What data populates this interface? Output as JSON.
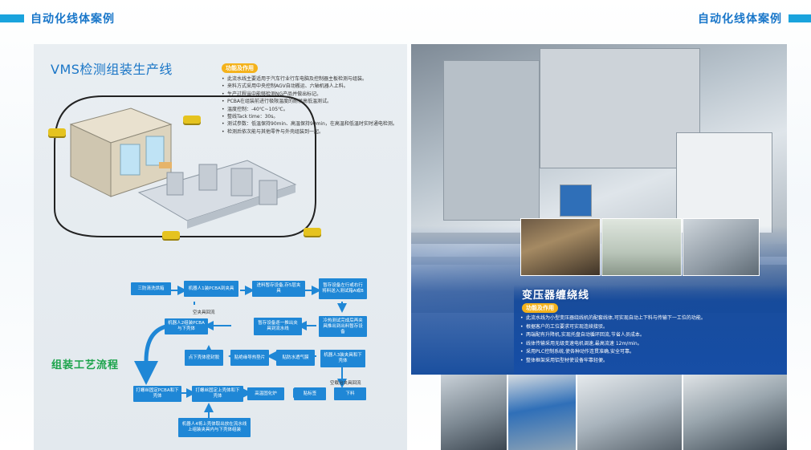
{
  "header": {
    "left_title": "自动化线体案例",
    "right_title": "自动化线体案例"
  },
  "vms": {
    "title": "VMS检测组装生产线",
    "features_label": "功能及作用",
    "features": [
      "此流水线主要适用于汽车行业行车电脑及控制器主板检测与组装。",
      "来料方式采用中央控制AGV自动搬运、六轴机器人上料。",
      "生产过程当中能够检测NG产品并做出标记。",
      "PCBA在组装前进行极限温度的耐候高低温测试。",
      "温度控制：-40℃~105℃。",
      "整线Tack time：30s。",
      "测试参数：低温保持90min、高温保持90min，在高温和低温时实时通电检测。",
      "检测后依次能与其他零件与外壳组装到一起。"
    ]
  },
  "flow": {
    "title": "组装工艺流程",
    "steps": {
      "s1": "三防清洗烘箱",
      "s2": "机器人1装PCBA到夹具",
      "s3": "进料暂存设备,存5层夹具",
      "s4": "暂存设备左行或右行将料送入测试箱A或B",
      "s5": "冷热测试完成后再夹具推出到出料暂存设备",
      "s6": "暂存设备逐一推出夹具到流水线",
      "s7": "机器人2组装PCBA与下壳体",
      "s8": "点下壳体密封胶",
      "s9": "贴绝缘导热垫片",
      "s10": "贴防水透气膜",
      "s11": "机器人3装夹具和下壳体",
      "s12": "打螺丝固定PCBA和下壳体",
      "s13": "打螺丝固定上壳体和下壳体",
      "s14": "高温固化炉",
      "s15": "贴标签",
      "s16": "下料",
      "s17": "机器人4将上壳体取出放在流水线上组装夹具内与下壳体组装"
    },
    "labels": {
      "return1": "空夹具回流",
      "return2": "空载治夹具回流"
    }
  },
  "transformer": {
    "title": "变压器缠绕线",
    "features_label": "功能及作用",
    "features": [
      "此流水线为小型变压器绕线机的配套线体,可实现自动上下料与传输下一工位的功能。",
      "根据客户的工位要求可实现连续接驳。",
      "两端配有升降机,实现托盘自动循环回流,节省人员成本。",
      "线体传输采用无级变速电机调速,最高流速 12m/min。",
      "采用PLC控制系统,使各种动作连贯准确,安全可靠。",
      "整体框架采用铝型材使设备牢靠轻便。"
    ]
  },
  "colors": {
    "brand_blue": "#1976c9",
    "accent_cyan": "#1aa3dd",
    "flow_box": "#1f87d6",
    "feature_tag": "#f4b21b",
    "flow_title_green": "#1aa34a"
  }
}
